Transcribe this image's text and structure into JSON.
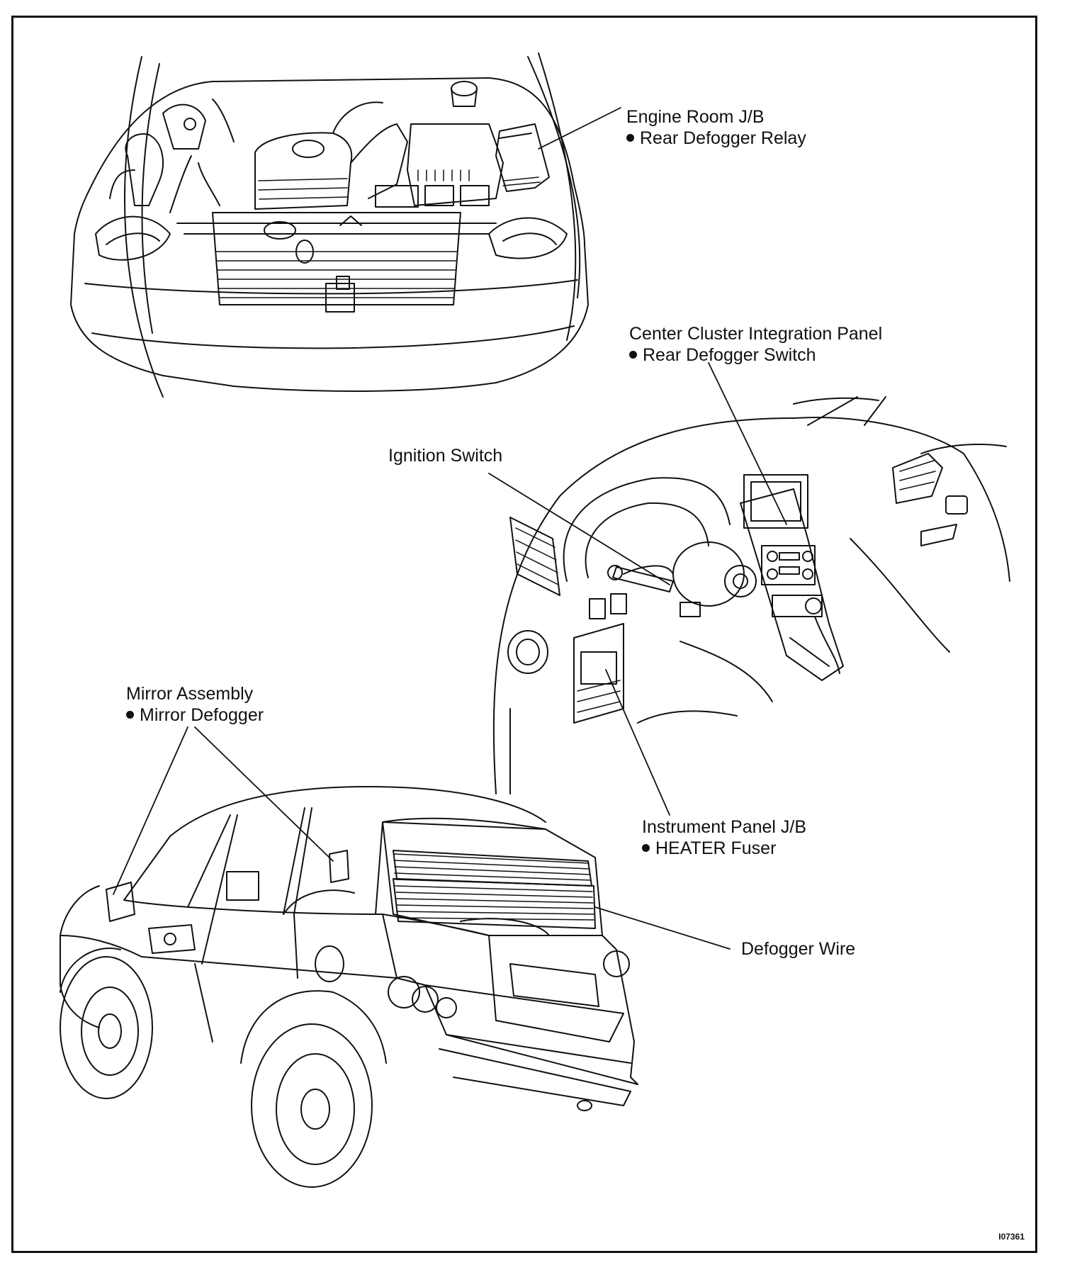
{
  "callouts": {
    "engine_room_jb": {
      "title": "Engine Room J/B",
      "item": "Rear Defogger Relay"
    },
    "center_cluster": {
      "title": "Center Cluster Integration Panel",
      "item": "Rear Defogger Switch"
    },
    "ignition_switch": {
      "title": "Ignition Switch"
    },
    "mirror_assembly": {
      "title": "Mirror Assembly",
      "item": "Mirror Defogger"
    },
    "instrument_panel_jb": {
      "title": "Instrument Panel J/B",
      "item": "HEATER Fuser"
    },
    "defogger_wire": {
      "title": "Defogger Wire"
    }
  },
  "figure_id": "I07361",
  "colors": {
    "ink": "#111111",
    "paper": "#ffffff"
  }
}
